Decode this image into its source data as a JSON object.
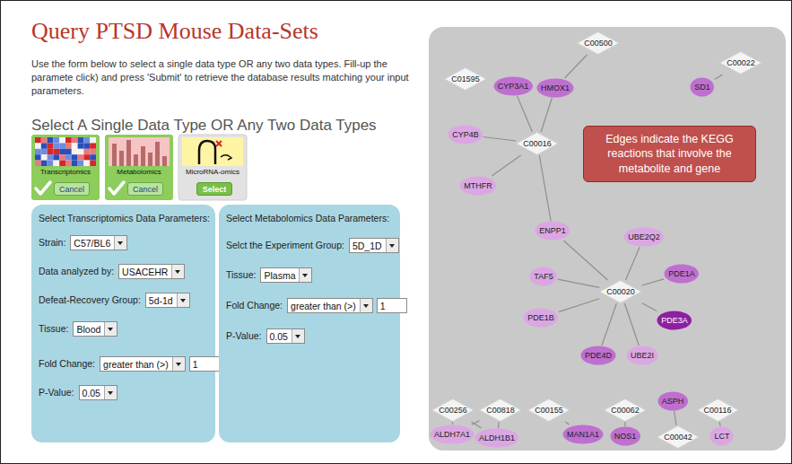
{
  "diagram": {
    "title": "Query PTSD Mouse Data-Sets",
    "nodes": [
      {
        "text": [
          "Transcriptomics"
        ]
      },
      {
        "text": [
          "Cancel"
        ],
        "in": 0
      },
      {
        "text": [
          "Metabolomics"
        ]
      },
      {
        "text": [
          "Cancel"
        ],
        "in": 2
      },
      {
        "text": [
          "MicroRNA-omics"
        ]
      },
      {
        "text": [
          "Select"
        ],
        "in": 4
      },
      {
        "text": [
          "Select Transcriptomics Data Parameters:"
        ]
      },
      {
        "text": [
          "C57/BL6"
        ],
        "in": 6
      },
      {
        "text": [
          "USACEHR"
        ],
        "in": 6
      },
      {
        "text": [
          "5d-1d"
        ],
        "in": 6
      },
      {
        "text": [
          "Blood"
        ],
        "in": 6
      },
      {
        "text": [
          "greater than (>)"
        ],
        "in": 6
      },
      {
        "text": [
          "1"
        ],
        "in": 6
      },
      {
        "text": [
          "0.05"
        ],
        "in": 6
      },
      {
        "text": [
          "Select Metabolomics Data Parameters:"
        ]
      },
      {
        "text": [
          "5D_1D"
        ],
        "in": 14
      },
      {
        "text": [
          "Plasma"
        ],
        "in": 14
      },
      {
        "text": [
          "greater than (>)"
        ],
        "in": 14
      },
      {
        "text": [
          "1"
        ],
        "in": 14
      },
      {
        "text": [
          "0.05"
        ],
        "in": 14
      },
      {
        "text": [
          "Edges indicate the KEGG reactions that involve the metabolite and gene"
        ]
      },
      {
        "text": [
          "C00500"
        ]
      },
      {
        "text": [
          "C00022"
        ]
      },
      {
        "text": [
          "C01595"
        ]
      },
      {
        "text": [
          "CYP3A1"
        ]
      },
      {
        "text": [
          "HMOX1"
        ]
      },
      {
        "text": [
          "SD1"
        ]
      },
      {
        "text": [
          "CYP4B"
        ]
      },
      {
        "text": [
          "C00016"
        ]
      },
      {
        "text": [
          "MTHFR"
        ]
      },
      {
        "text": [
          "ENPP1"
        ]
      },
      {
        "text": [
          "UBE2Q2"
        ]
      },
      {
        "text": [
          "TAF5"
        ]
      },
      {
        "text": [
          "PDE1A"
        ]
      },
      {
        "text": [
          "C00020"
        ]
      },
      {
        "text": [
          "PDE1B"
        ]
      },
      {
        "text": [
          "PDE3A"
        ]
      },
      {
        "text": [
          "PDE4D"
        ]
      },
      {
        "text": [
          "UBE2I"
        ]
      },
      {
        "text": [
          "C00256"
        ]
      },
      {
        "text": [
          "C00818"
        ]
      },
      {
        "text": [
          "C00155"
        ]
      },
      {
        "text": [
          "C00062"
        ]
      },
      {
        "text": [
          "ASPH"
        ]
      },
      {
        "text": [
          "C00116"
        ]
      },
      {
        "text": [
          "MAN1A1"
        ]
      },
      {
        "text": [
          "ALDH7A1"
        ]
      },
      {
        "text": [
          "C00042"
        ]
      },
      {
        "text": [
          "NOS1"
        ]
      },
      {
        "text": [
          "LCT"
        ]
      },
      {
        "text": [
          "ALDH1B1"
        ]
      }
    ],
    "edges": [
      {
        "from": 24,
        "to": 28,
        "arrow": "none"
      },
      {
        "from": 25,
        "to": 28,
        "arrow": "none"
      },
      {
        "from": 25,
        "to": 21,
        "arrow": "none"
      },
      {
        "from": 27,
        "to": 28,
        "arrow": "none"
      },
      {
        "from": 29,
        "to": 28,
        "arrow": "none"
      },
      {
        "from": 28,
        "to": 30,
        "arrow": "none"
      },
      {
        "from": 30,
        "to": 34,
        "arrow": "none"
      },
      {
        "from": 31,
        "to": 34,
        "arrow": "none"
      },
      {
        "from": 32,
        "to": 34,
        "arrow": "none"
      },
      {
        "from": 33,
        "to": 34,
        "arrow": "none"
      },
      {
        "from": 35,
        "to": 34,
        "arrow": "none"
      },
      {
        "from": 36,
        "to": 34,
        "arrow": "none"
      },
      {
        "from": 37,
        "to": 34,
        "arrow": "none"
      },
      {
        "from": 38,
        "to": 34,
        "arrow": "none"
      },
      {
        "from": 26,
        "to": 22,
        "arrow": "none"
      },
      {
        "from": 39,
        "to": 46,
        "arrow": "none"
      },
      {
        "from": 39,
        "to": 50,
        "arrow": "none"
      },
      {
        "from": 40,
        "to": 46,
        "arrow": "none"
      },
      {
        "from": 40,
        "to": 50,
        "arrow": "none"
      },
      {
        "from": 41,
        "to": 45,
        "arrow": "none"
      },
      {
        "from": 42,
        "to": 48,
        "arrow": "none"
      },
      {
        "from": 44,
        "to": 49,
        "arrow": "none"
      },
      {
        "from": 43,
        "to": 47,
        "arrow": "none"
      }
    ],
    "labels": [
      "Use the form below to select a single data type OR any two data types. Fill-up the paramete click) and press 'Submit' to retrieve the database results matching your input parameters.",
      "Select A Single Data Type OR Any Two Data Types",
      "Strain:",
      "Data analyzed by:",
      "Defeat-Recovery Group:",
      "Tissue:",
      "Fold Change:",
      "P-Value:",
      "Selct the Experiment Group:",
      "Tissue:",
      "Fold Change:",
      "P-Value:"
    ]
  }
}
